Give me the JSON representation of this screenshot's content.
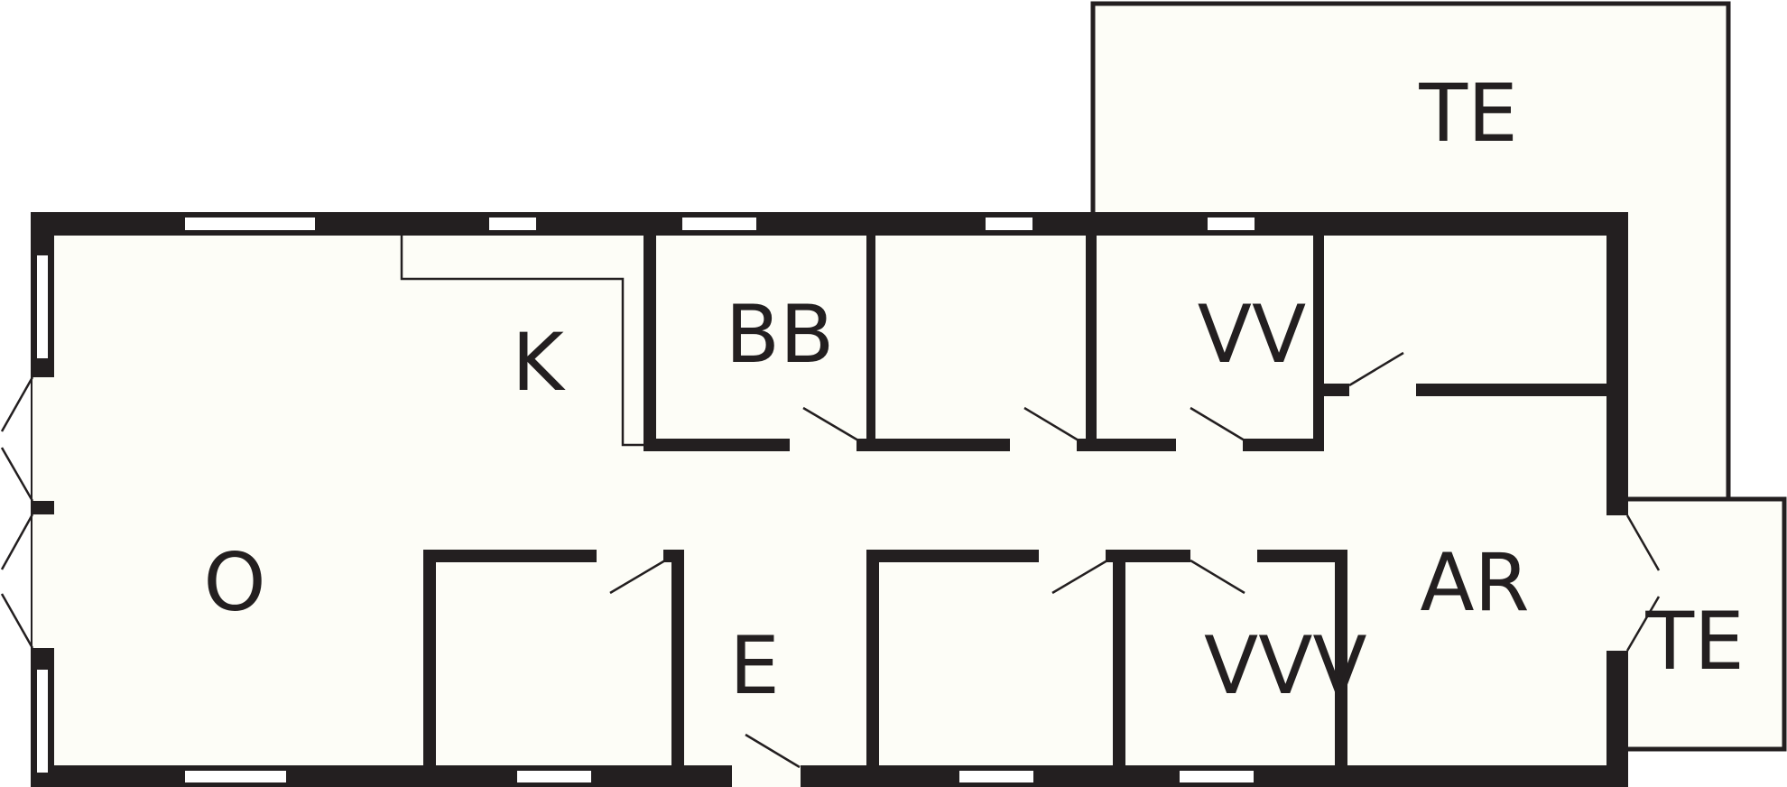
{
  "floor_plan": {
    "rooms": {
      "terrace_top": "TE",
      "terrace_right": "TE",
      "kitchen": "K",
      "bathroom": "BB",
      "toilet": "VV",
      "living": "O",
      "hall": "E",
      "washroom": "VVV",
      "utility": "AR"
    }
  },
  "colors": {
    "wall": "#231f20",
    "floor": "#fdfdf7",
    "window": "#ffffff"
  }
}
